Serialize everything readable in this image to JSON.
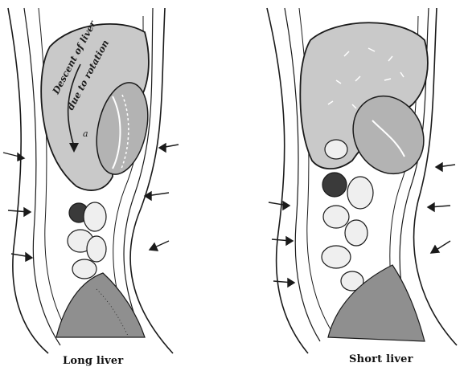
{
  "panels": [
    {
      "id": "left",
      "caption": "Long liver",
      "annotation_line1": "Descent of liver",
      "annotation_line2": "due to rotation",
      "label_letter": "a"
    },
    {
      "id": "right",
      "caption": "Short liver"
    }
  ],
  "colors": {
    "liver_fill": "#c9c9c9",
    "outline": "#1a1a1a",
    "kidney_fill": "#b3b3b3",
    "paper": "#ffffff"
  }
}
